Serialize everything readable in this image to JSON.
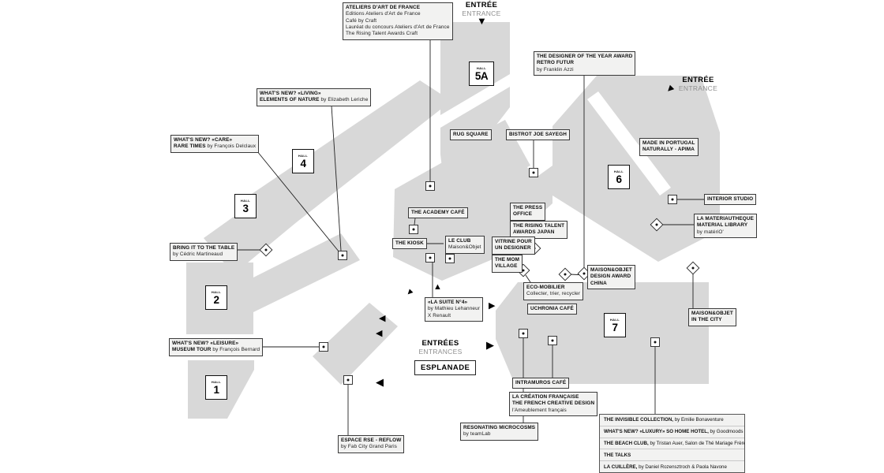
{
  "colors": {
    "floor": "#d8d8d8",
    "label_bg": "#f2f2f1",
    "label_border": "#3a3a3a",
    "line": "#222222",
    "entrance_sub": "#8f8f8f",
    "hall_border": "#101010",
    "marker_dot": "#111111"
  },
  "entrances": {
    "top": {
      "title": "ENTRÉE",
      "subtitle": "ENTRANCE"
    },
    "right": {
      "title": "ENTRÉE",
      "subtitle": "ENTRANCE"
    },
    "esplanade": {
      "title": "ENTRÉES",
      "subtitle": "ENTRANCES",
      "area_label": "ESPLANADE"
    }
  },
  "halls": [
    {
      "id": "1",
      "prefix": "HALL",
      "number": "1"
    },
    {
      "id": "2",
      "prefix": "HALL",
      "number": "2"
    },
    {
      "id": "3",
      "prefix": "HALL",
      "number": "3"
    },
    {
      "id": "4",
      "prefix": "HALL",
      "number": "4"
    },
    {
      "id": "5A",
      "prefix": "HALL",
      "number": "5A"
    },
    {
      "id": "6",
      "prefix": "HALL",
      "number": "6"
    },
    {
      "id": "7",
      "prefix": "HALL",
      "number": "7"
    }
  ],
  "map_labels": [
    {
      "id": "ateliers",
      "lines": [
        {
          "b": "ATELIERS D'ART DE FRANCE"
        },
        {
          "r": "Editions Ateliers d'Art de France"
        },
        {
          "r": "Café by Craft"
        },
        {
          "r": "Lauréat du concours Ateliers d'Art de France"
        },
        {
          "r": "The Rising Talent Awards Craft"
        }
      ]
    },
    {
      "id": "designer",
      "lines": [
        {
          "b": "THE DESIGNER OF THE YEAR AWARD"
        },
        {
          "b": "RETRO FUTUR"
        },
        {
          "r": "by Franklin Azzi"
        }
      ]
    },
    {
      "id": "living",
      "lines": [
        {
          "b": "WHAT'S NEW? «LIVING»"
        },
        {
          "b": "ELEMENTS OF NATURE ",
          "r": "by Elizabeth Leriche"
        }
      ]
    },
    {
      "id": "care",
      "lines": [
        {
          "b": "WHAT'S NEW? «CARE»"
        },
        {
          "b": "RARE TIMES ",
          "r": "by François Delclaux"
        }
      ]
    },
    {
      "id": "rug",
      "lines": [
        {
          "b": "RUG SQUARE"
        }
      ]
    },
    {
      "id": "bistrot",
      "lines": [
        {
          "b": "BISTROT JOE SAYEGH"
        }
      ]
    },
    {
      "id": "portugal",
      "lines": [
        {
          "b": "MADE IN PORTUGAL"
        },
        {
          "b": "NATURALLY - APIMA"
        }
      ]
    },
    {
      "id": "interior",
      "lines": [
        {
          "b": "INTERIOR STUDIO"
        }
      ]
    },
    {
      "id": "materiau",
      "lines": [
        {
          "b": "LA MATERIAUTHEQUE"
        },
        {
          "b": "MATERIAL LIBRARY"
        },
        {
          "r": "by matériO'"
        }
      ]
    },
    {
      "id": "academy",
      "lines": [
        {
          "b": "THE ACADEMY CAFÉ"
        }
      ]
    },
    {
      "id": "press",
      "lines": [
        {
          "b": "THE PRESS"
        },
        {
          "b": "OFFICE"
        }
      ]
    },
    {
      "id": "rising",
      "lines": [
        {
          "b": "THE RISING TALENT"
        },
        {
          "b": "AWARDS JAPAN"
        }
      ]
    },
    {
      "id": "kiosk",
      "lines": [
        {
          "b": "THE KIOSK"
        }
      ]
    },
    {
      "id": "leclub",
      "lines": [
        {
          "b": "LE CLUB"
        },
        {
          "r": "Maison&Objet"
        }
      ]
    },
    {
      "id": "vitrine",
      "lines": [
        {
          "b": "VITRINE POUR"
        },
        {
          "b": "UN DESIGNER"
        }
      ]
    },
    {
      "id": "mom",
      "lines": [
        {
          "b": "THE MOM"
        },
        {
          "b": "VILLAGE"
        }
      ]
    },
    {
      "id": "bring",
      "lines": [
        {
          "b": "BRING IT TO THE TABLE"
        },
        {
          "r": "by Cédric Martineaud"
        }
      ]
    },
    {
      "id": "china",
      "lines": [
        {
          "b": "MAISON&OBJET"
        },
        {
          "b": "DESIGN AWARD"
        },
        {
          "b": "CHINA"
        }
      ]
    },
    {
      "id": "eco",
      "lines": [
        {
          "b": "ECO-MOBILIER"
        },
        {
          "r": "Collecter, trier, recycler"
        }
      ]
    },
    {
      "id": "lasuite",
      "lines": [
        {
          "b": "«LA SUITE N°4»"
        },
        {
          "r": "by Mathieu Lehanneur"
        },
        {
          "r": "X Renault"
        }
      ]
    },
    {
      "id": "uchronia",
      "lines": [
        {
          "b": "UCHRONIA CAFÉ"
        }
      ]
    },
    {
      "id": "city",
      "lines": [
        {
          "b": "MAISON&OBJET"
        },
        {
          "b": "IN THE CITY"
        }
      ]
    },
    {
      "id": "leisure",
      "lines": [
        {
          "b": "WHAT'S NEW? «LEISURE»"
        },
        {
          "b": "MUSEUM TOUR ",
          "r": "by François Bernard"
        }
      ]
    },
    {
      "id": "intramuros",
      "lines": [
        {
          "b": "INTRAMUROS CAFÉ"
        }
      ]
    },
    {
      "id": "creation",
      "lines": [
        {
          "b": "LA CRÉATION FRANÇAISE"
        },
        {
          "b": "THE FRENCH CREATIVE DESIGN"
        },
        {
          "r": "l'Ameublement français"
        }
      ]
    },
    {
      "id": "resonating",
      "lines": [
        {
          "b": "RESONATING MICROCOSMS"
        },
        {
          "r": "by teamLab"
        }
      ]
    },
    {
      "id": "espace",
      "lines": [
        {
          "b": "ESPACE RSE - REFLOW"
        },
        {
          "r": "by Fab City Grand Paris"
        }
      ]
    }
  ],
  "legend": {
    "items": [
      {
        "b": "THE INVISIBLE COLLECTION,",
        "r": " by Emilie Bonaventure"
      },
      {
        "b": "WHAT'S NEW? «LUXURY» SO HOME HOTEL,",
        "r": " by Goodmoods"
      },
      {
        "b": "THE BEACH CLUB,",
        "r": " by Tristan Auer, Salon de Thé Mariage Frères"
      },
      {
        "b": "THE TALKS",
        "r": ""
      },
      {
        "b": "LA CUILLÈRE,",
        "r": " by Daniel Rozensztroch & Paola Navone"
      }
    ]
  }
}
